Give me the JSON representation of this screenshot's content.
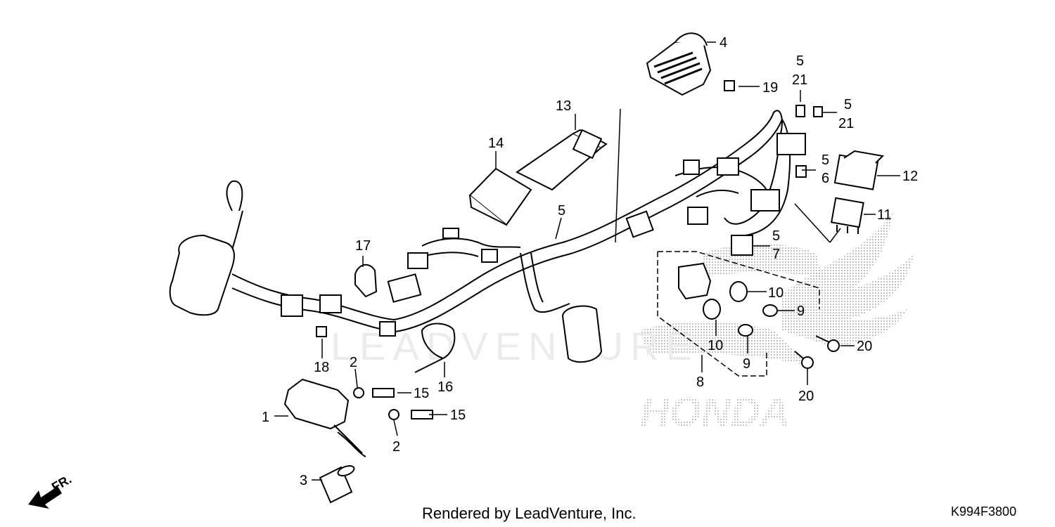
{
  "diagram": {
    "watermark_brand": "LEADVENTURE",
    "logo_text": "HONDA",
    "direction_label": "FR.",
    "callouts": {
      "c1": "1",
      "c2a": "2",
      "c2b": "2",
      "c3": "3",
      "c4": "4",
      "c5a": "5",
      "c5b": "5",
      "c5c": "5",
      "c5d": "5",
      "c5e": "5",
      "c6": "6",
      "c7": "7",
      "c8": "8",
      "c9a": "9",
      "c9b": "9",
      "c10a": "10",
      "c10b": "10",
      "c11": "11",
      "c12": "12",
      "c13": "13",
      "c14": "14",
      "c15a": "15",
      "c15b": "15",
      "c16": "16",
      "c17": "17",
      "c18": "18",
      "c19": "19",
      "c20a": "20",
      "c20b": "20",
      "c21a": "21",
      "c21b": "21"
    }
  },
  "footer": {
    "rendered_by": "Rendered by LeadVenture, Inc.",
    "diagram_code": "K994F3800"
  }
}
